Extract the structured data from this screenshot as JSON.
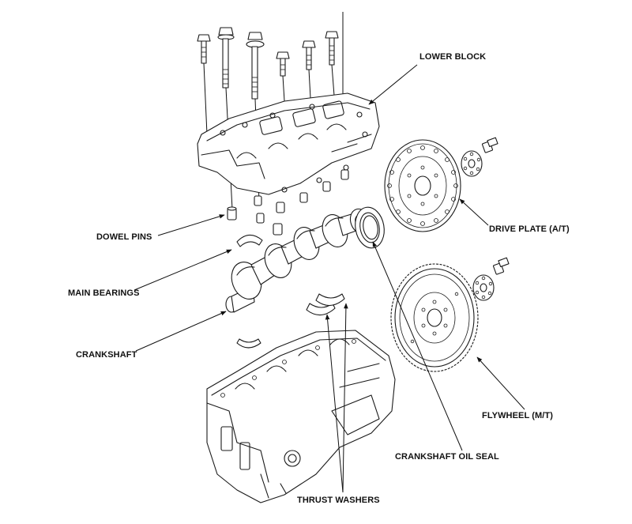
{
  "labels": {
    "lower_block": "LOWER BLOCK",
    "dowel_pins": "DOWEL PINS",
    "drive_plate": "DRIVE PLATE (A/T)",
    "main_bearings": "MAIN BEARINGS",
    "crankshaft": "CRANKSHAFT",
    "flywheel": "FLYWHEEL (M/T)",
    "crankshaft_oil_seal": "CRANKSHAFT OIL SEAL",
    "thrust_washers": "THRUST WASHERS"
  }
}
